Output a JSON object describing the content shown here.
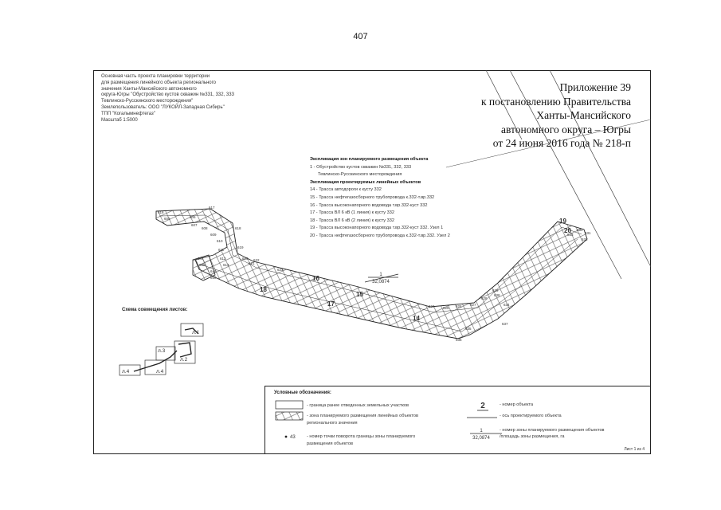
{
  "page_number": "407",
  "project_info": [
    "Основная часть проекта планировки территории",
    "для размещения линейного объекта регионального",
    "значения Ханты-Мансийского автономного",
    "округа-Югры \"Обустройство кустов скважин №331, 332, 333",
    "Тевлинско-Русскинского месторождения\"",
    "Землепользователь: ООО \"ЛУКОЙЛ-Западная Сибирь\"",
    "ТПП \"Когалымнефтегаз\"",
    "Масштаб 1:5000"
  ],
  "appendix": [
    "Приложение 39",
    "к постановлению Правительства",
    "Ханты-Мансийского",
    "автономного округа – Югры",
    "от 24 июня 2016 года № 218-п"
  ],
  "explication": {
    "zones_title": "Экспликация зон планируемого размещения объекта",
    "zones": [
      "1 - Обустройство кустов скважин №331, 332, 333",
      "Тевлинско-Русскинского месторождения"
    ],
    "linear_title": "Экспликация проектируемых линейных объектов",
    "linear": [
      "14 - Трасса автодороги к кусту 332",
      "15 - Трасса нефтегазосборного трубопровода к.332-т.вр.332",
      "16 - Трасса высоконапорного водовода т.вр.332-куст 332",
      "17 - Трасса ВЛ 6 кВ (1 линия) к кусту 332",
      "18 - Трасса ВЛ 6 кВ (2 линия) к кусту 332",
      "19 - Трасса высоконапорного водовода т.вр.332-куст 332. Узел 1",
      "20 - Трасса нефтегазосборного трубопровода к.332-т.вр.332. Узел 2"
    ]
  },
  "map": {
    "object_numbers": [
      "16",
      "15",
      "17",
      "14",
      "18",
      "19",
      "20"
    ],
    "object_label": {
      "number": "1",
      "area": "32,0874"
    },
    "point_labels": [
      "616",
      "617",
      "606",
      "605",
      "607",
      "608",
      "609",
      "618",
      "610",
      "611",
      "619",
      "612",
      "613",
      "620",
      "621",
      "622",
      "623",
      "647",
      "648",
      "649",
      "650",
      "624",
      "625",
      "626",
      "627",
      "628",
      "629",
      "630",
      "631",
      "632",
      "633",
      "634",
      "635",
      "636",
      "637",
      "638"
    ]
  },
  "scheme": {
    "title": "Схема совмещения листов:",
    "sheets": [
      "л.1",
      "л.2",
      "л.3",
      "л.4",
      "л.4"
    ]
  },
  "legend": {
    "title": "Условные обозначения:",
    "items": [
      "- граница ранее отведенных земельных участков",
      "- зона планируемого размещения линейных объектов",
      "регионального значения",
      "- номер точки поворота границы зоны планируемого",
      "размещения объектов",
      "- номер объекта",
      "- ось проектируемого объекта",
      "- номер зоны планируемого размещения объектов",
      "/площадь зоны размещения, га"
    ],
    "point_sample": "43",
    "object_sample": "2",
    "zone_sample": {
      "number": "1",
      "area": "32,0874"
    }
  },
  "sheet_label": "Лист 1 из 4"
}
